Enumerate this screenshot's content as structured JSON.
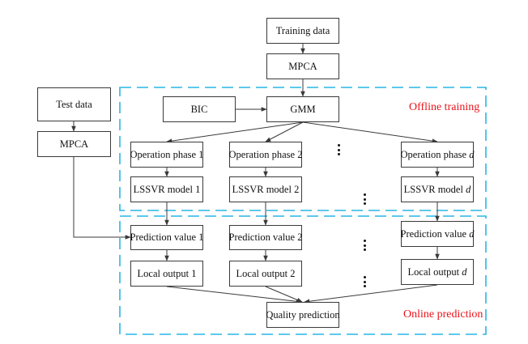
{
  "diagram": {
    "nodes": {
      "training_data": "Training data",
      "mpca_train": "MPCA",
      "test_data": "Test data",
      "mpca_test": "MPCA",
      "bic": "BIC",
      "gmm": "GMM",
      "phase_1": "Operation phase 1",
      "phase_2": "Operation phase 2",
      "phase_d_prefix": "Operation phase ",
      "phase_d_var": "d",
      "lssvr_1": "LSSVR model 1",
      "lssvr_2": "LSSVR model 2",
      "lssvr_d_prefix": "LSSVR model ",
      "lssvr_d_var": "d",
      "pred_1": "Prediction value 1",
      "pred_2": "Prediction value 2",
      "pred_d_prefix": "Prediction value ",
      "pred_d_var": "d",
      "local_1": "Local output 1",
      "local_2": "Local output 2",
      "local_d_prefix": "Local output ",
      "local_d_var": "d",
      "quality": "Quality prediction"
    },
    "regions": {
      "offline": "Offline training",
      "online": "Online prediction"
    },
    "colors": {
      "region_border": "#29b6e6",
      "region_label": "#e8141b",
      "edge": "#3a3a3a"
    },
    "edges": [
      [
        "training_data",
        "mpca_train"
      ],
      [
        "mpca_train",
        "gmm"
      ],
      [
        "bic",
        "gmm"
      ],
      [
        "gmm",
        "phase_1"
      ],
      [
        "gmm",
        "phase_2"
      ],
      [
        "gmm",
        "phase_d"
      ],
      [
        "phase_1",
        "lssvr_1"
      ],
      [
        "phase_2",
        "lssvr_2"
      ],
      [
        "phase_d",
        "lssvr_d"
      ],
      [
        "lssvr_1",
        "pred_1"
      ],
      [
        "lssvr_2",
        "pred_2"
      ],
      [
        "lssvr_d",
        "pred_d"
      ],
      [
        "test_data",
        "mpca_test"
      ],
      [
        "mpca_test",
        "pred_1"
      ],
      [
        "pred_1",
        "local_1"
      ],
      [
        "pred_2",
        "local_2"
      ],
      [
        "pred_d",
        "local_d"
      ],
      [
        "local_1",
        "quality"
      ],
      [
        "local_2",
        "quality"
      ],
      [
        "local_d",
        "quality"
      ]
    ]
  }
}
